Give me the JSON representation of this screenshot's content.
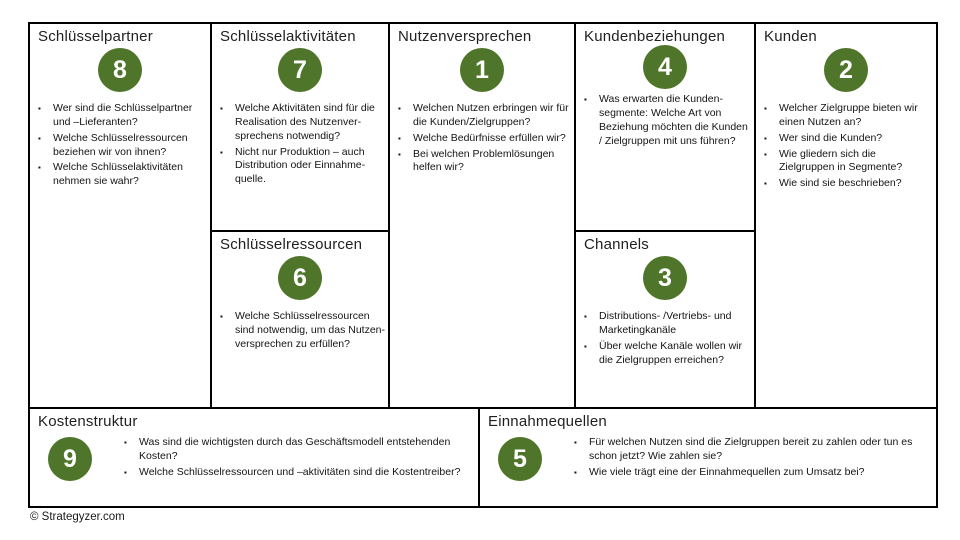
{
  "ui": {
    "bullet_char": "▪"
  },
  "colors": {
    "circle_green": "#4e7529",
    "border_black": "#000000"
  },
  "sections": {
    "schluesselpartner": {
      "title": "Schlüsselpartner",
      "number": "8",
      "bullets": [
        "Wer sind die Schlüsselpartner und –Lieferanten?",
        "Welche Schlüsselressourcen beziehen wir von ihnen?",
        "Welche Schlüsselaktivitäten nehmen sie wahr?"
      ]
    },
    "schluesselaktivitaeten": {
      "title": "Schlüsselaktivitäten",
      "number": "7",
      "bullets": [
        "Welche Aktivitäten sind für die Realisation des Nutzenver­sprechens notwendig?",
        "Nicht nur Produktion – auch Distribution oder Einnahme­quelle."
      ]
    },
    "nutzenversprechen": {
      "title": "Nutzenversprechen",
      "number": "1",
      "bullets": [
        "Welchen Nutzen erbringen wir für die Kunden/Zielgruppen?",
        "Welche Bedürfnisse erfüllen wir?",
        "Bei welchen Problemlösungen helfen wir?"
      ]
    },
    "kundenbeziehungen": {
      "title": "Kundenbeziehungen",
      "number": "4",
      "bullets": [
        "Was erwarten die Kunden­segmente: Welche Art von Beziehung möchten die Kunden / Zielgruppen mit uns führen?"
      ]
    },
    "kunden": {
      "title": "Kunden",
      "number": "2",
      "bullets": [
        "Welcher Zielgruppe bieten wir einen Nutzen an?",
        "Wer sind die Kunden?",
        "Wie gliedern sich die Zielgruppen in Segmente?",
        "Wie sind sie beschrieben?"
      ]
    },
    "schluesselressourcen": {
      "title": "Schlüsselressourcen",
      "number": "6",
      "bullets": [
        "Welche Schlüsselressourcen sind notwendig, um das Nutzen­versprechen zu erfüllen?"
      ]
    },
    "channels": {
      "title": "Channels",
      "number": "3",
      "bullets": [
        "Distributions- /Vertriebs- und Marketingkanäle",
        "Über welche Kanäle wollen wir die Zielgruppen erreichen?"
      ]
    },
    "kostenstruktur": {
      "title": "Kostenstruktur",
      "number": "9",
      "bullets": [
        "Was sind die wichtigsten durch das Geschäftsmodell entstehenden Kosten?",
        "Welche Schlüsselressourcen und –aktivitäten sind die Kostentreiber?"
      ]
    },
    "einnahmequellen": {
      "title": "Einnahmequellen",
      "number": "5",
      "bullets": [
        "Für welchen Nutzen sind die Zielgruppen bereit zu zahlen oder tun es schon jetzt? Wie zahlen sie?",
        "Wie viele trägt eine der Einnahmequellen zum Umsatz bei?"
      ]
    }
  },
  "footer": {
    "text": "© Strategyzer.com"
  }
}
